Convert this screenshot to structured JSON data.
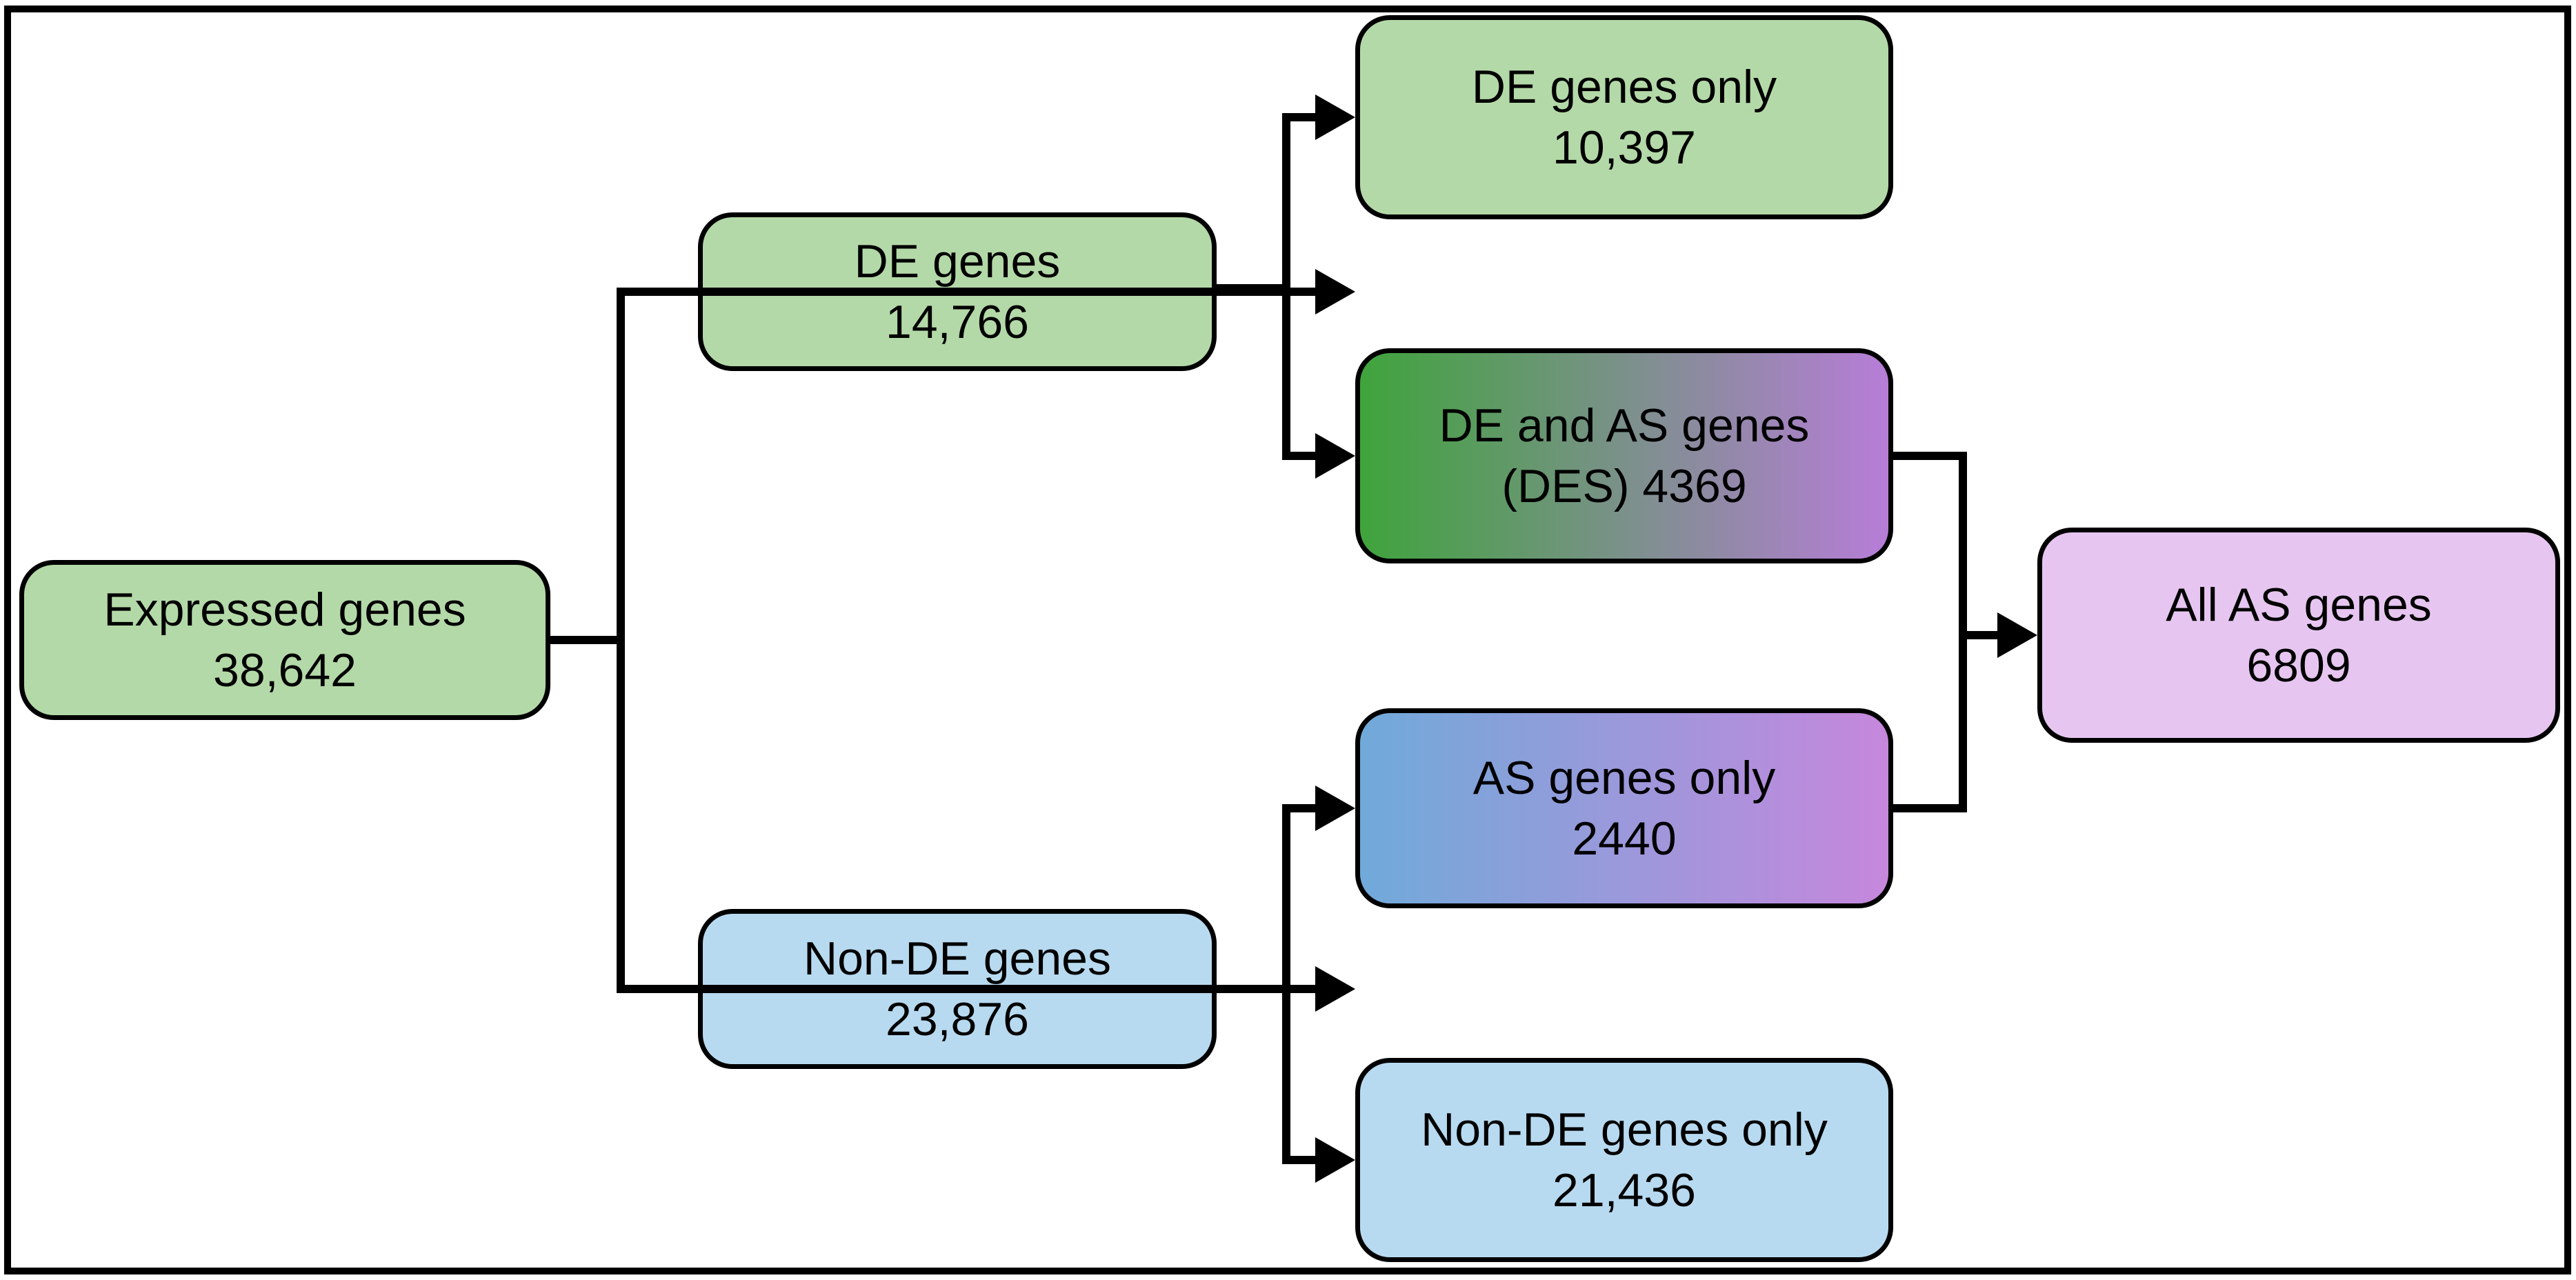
{
  "figure": {
    "type": "flowchart",
    "background": "#ffffff",
    "frame_border_color": "#000000",
    "connector_color": "#000000",
    "text_color": "#000000"
  },
  "nodes": {
    "expressed": {
      "label": "Expressed genes",
      "count": "38,642",
      "fill": "#b4d9a8"
    },
    "de": {
      "label": "DE genes",
      "count": "14,766",
      "fill": "#b4d9a8"
    },
    "non_de": {
      "label": "Non-DE genes",
      "count": "23,876",
      "fill": "#b8daf0"
    },
    "de_only": {
      "label": "DE genes only",
      "count": "10,397",
      "fill": "#b4d9a8"
    },
    "des": {
      "label": "DE and AS genes",
      "count": "(DES) 4369",
      "fill_gradient": [
        "#3fa43c",
        "#b77dd8"
      ]
    },
    "as_only": {
      "label": "AS genes only",
      "count": "2440",
      "fill_gradient": [
        "#70aada",
        "#c687dc"
      ]
    },
    "non_de_only": {
      "label": "Non-DE genes only",
      "count": "21,436",
      "fill": "#b8daf0"
    },
    "all_as": {
      "label": "All AS genes",
      "count": "6809",
      "fill": "#e6c6f0"
    }
  },
  "edges": [
    {
      "from": "expressed",
      "to": "de"
    },
    {
      "from": "expressed",
      "to": "non_de"
    },
    {
      "from": "de",
      "to": "de_only"
    },
    {
      "from": "de",
      "to": "des"
    },
    {
      "from": "non_de",
      "to": "as_only"
    },
    {
      "from": "non_de",
      "to": "non_de_only"
    },
    {
      "from": "des",
      "to": "all_as"
    },
    {
      "from": "as_only",
      "to": "all_as"
    }
  ]
}
